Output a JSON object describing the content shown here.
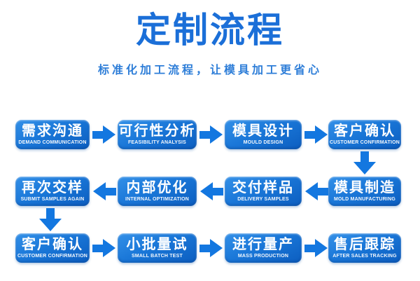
{
  "header": {
    "title": "定制流程",
    "subtitle": "标准化加工流程，让模具加工更省心"
  },
  "colors": {
    "title_blue": "#1b6fd8",
    "subtitle_blue": "#2e7ed8",
    "arrow_blue": "#1377e0",
    "box_gradient_top": "#3390e8",
    "box_gradient_bottom": "#0c5ec0",
    "box_text": "#ffffff",
    "background": "#ffffff"
  },
  "flow": {
    "steps": [
      {
        "zh": "需求沟通",
        "en": "DEMAND COMMUNICATION"
      },
      {
        "zh": "可行性分析",
        "en": "FEASIBILITY ANALYSIS"
      },
      {
        "zh": "模具设计",
        "en": "MOULD DESIGN"
      },
      {
        "zh": "客户确认",
        "en": "CUSTOMER CONFIRMATION"
      },
      {
        "zh": "模具制造",
        "en": "MOLD MANUFACTURING"
      },
      {
        "zh": "交付样品",
        "en": "DELIVERY SAMPLES"
      },
      {
        "zh": "内部优化",
        "en": "INTERNAL OPTIMIZATION"
      },
      {
        "zh": "再次交样",
        "en": "SUBMIT SAMPLES AGAIN"
      },
      {
        "zh": "客户确认",
        "en": "CUSTOMER CONFIRMATION"
      },
      {
        "zh": "小批量试",
        "en": "SMALL BATCH TEST"
      },
      {
        "zh": "进行量产",
        "en": "MASS PRODUCTION"
      },
      {
        "zh": "售后跟踪",
        "en": "AFTER SALES TRACKING"
      }
    ]
  }
}
